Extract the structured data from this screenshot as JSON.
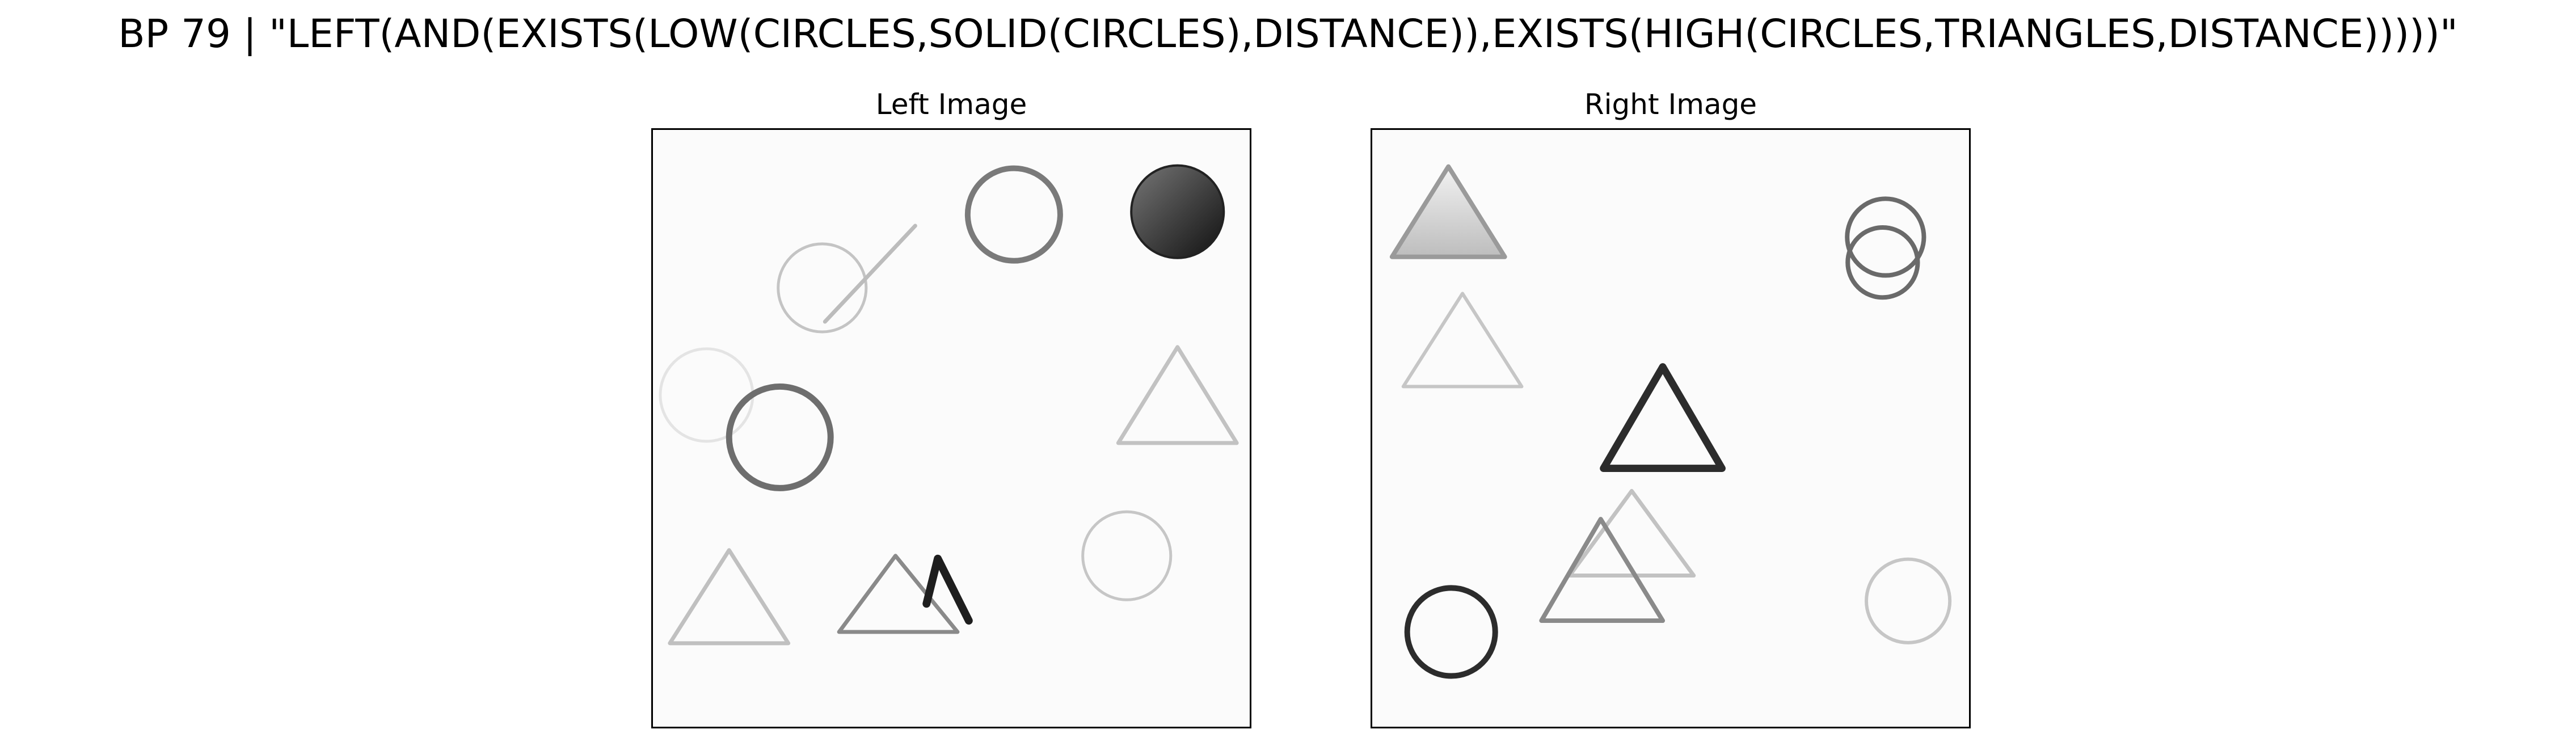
{
  "figure": {
    "title": "BP 79 | \"LEFT(AND(EXISTS(LOW(CIRCLES,SOLID(CIRCLES),DISTANCE)),EXISTS(HIGH(CIRCLES,TRIANGLES,DISTANCE)))))\""
  },
  "panels": [
    {
      "id": "left",
      "title": "Left Image",
      "shapes": [
        {
          "type": "circle",
          "style": "outline",
          "tone": "light"
        },
        {
          "type": "line",
          "style": "outline",
          "tone": "light"
        },
        {
          "type": "circle",
          "style": "outline",
          "tone": "mid"
        },
        {
          "type": "circle",
          "style": "solid",
          "tone": "dark"
        },
        {
          "type": "circle",
          "style": "outline",
          "tone": "faint"
        },
        {
          "type": "circle",
          "style": "outline",
          "tone": "mid"
        },
        {
          "type": "triangle",
          "style": "outline",
          "tone": "light"
        },
        {
          "type": "triangle",
          "style": "outline",
          "tone": "light"
        },
        {
          "type": "triangle",
          "style": "outline",
          "tone": "mid"
        },
        {
          "type": "triangle",
          "style": "partial",
          "tone": "dark"
        },
        {
          "type": "circle",
          "style": "outline",
          "tone": "light"
        }
      ]
    },
    {
      "id": "right",
      "title": "Right Image",
      "shapes": [
        {
          "type": "triangle",
          "style": "shaded",
          "tone": "mid"
        },
        {
          "type": "triangle",
          "style": "outline",
          "tone": "light"
        },
        {
          "type": "circle",
          "style": "outline",
          "tone": "dark"
        },
        {
          "type": "circle",
          "style": "outline",
          "tone": "dark"
        },
        {
          "type": "triangle",
          "style": "outline",
          "tone": "dark"
        },
        {
          "type": "triangle",
          "style": "outline",
          "tone": "light"
        },
        {
          "type": "triangle",
          "style": "outline",
          "tone": "mid"
        },
        {
          "type": "circle",
          "style": "outline",
          "tone": "dark"
        },
        {
          "type": "circle",
          "style": "outline",
          "tone": "light"
        }
      ]
    }
  ],
  "colors": {
    "background": "#ffffff",
    "panel_fill": "#fbfbfb",
    "frame": "#000000",
    "dark": "#2a2a2a",
    "mid": "#7a7a7a",
    "light": "#b8b8b8",
    "faint": "#e6e6e6"
  }
}
